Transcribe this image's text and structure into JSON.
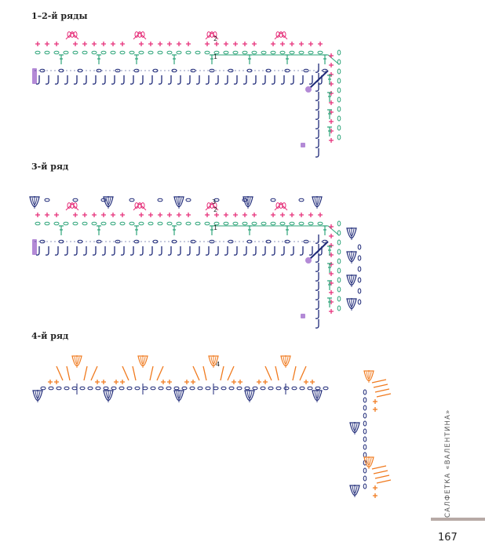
{
  "sections": [
    {
      "title": "1–2-й ряды",
      "row_markers": [
        "1",
        "2"
      ]
    },
    {
      "title": "3-й ряд",
      "row_markers": [
        "1",
        "2",
        "3"
      ]
    },
    {
      "title": "4-й ряд",
      "row_markers": [
        "4"
      ]
    }
  ],
  "side_caption": "САЛФЕТКА «ВАЛЕНТИНА»",
  "page_number": "167",
  "colors": {
    "row1": "#1f2a78",
    "row2_chain": "#2fa57a",
    "row2_stitches": "#e6307a",
    "row3": "#1f2a78",
    "row4": "#f07a1e",
    "start_block": "#b38ad6",
    "footer_bar": "#b7aaa6"
  }
}
